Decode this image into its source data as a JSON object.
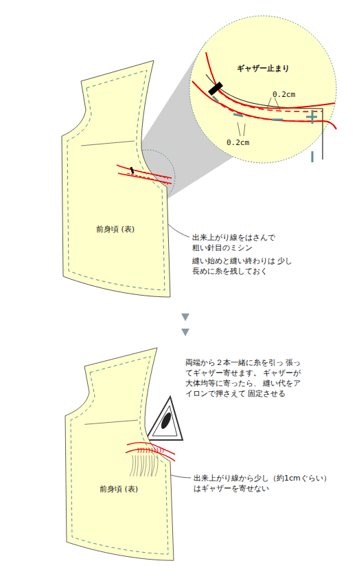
{
  "diagram": {
    "nodes": [
      {
        "text": [
          "前身頃 (表)"
        ]
      },
      {
        "text": [
          "ギャザー止まり",
          "0.2cm",
          "0.2cm"
        ]
      },
      {
        "text": [
          "前身頃 (表)"
        ]
      }
    ],
    "labels": [
      "出来上がり線をはさんで 粗い針目のミシン",
      "縫い始めと縫い終わりは 少し長めに糸を残しておく",
      "両端から２本一緒に糸を引っ 張ってギャザー寄せます。 ギャザーが大体均等に寄ったら、 縫い代をアイロンで押さえて 固定させる",
      "出来上がり線から少し（約1cmぐらい） はギャザーを寄せない"
    ]
  }
}
